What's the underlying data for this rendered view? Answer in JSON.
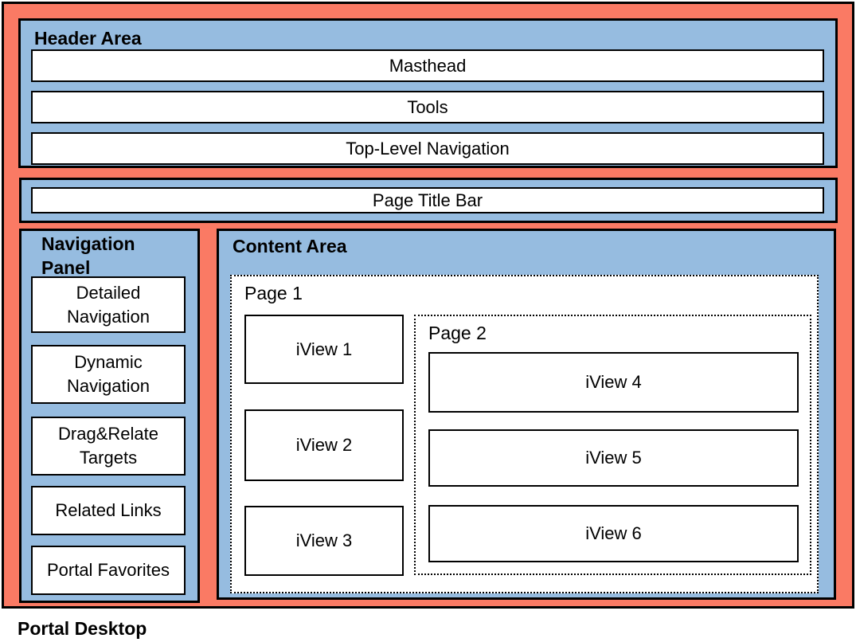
{
  "diagram": {
    "caption": "Portal Desktop",
    "colors": {
      "frame_fill": "#FA7A64",
      "panel_fill": "#96BCE0",
      "box_fill": "#FFFFFF",
      "line": "#000000"
    },
    "header_area": {
      "label": "Header Area",
      "rows": [
        "Masthead",
        "Tools",
        "Top-Level Navigation"
      ]
    },
    "page_title_bar": {
      "label": "Page Title Bar"
    },
    "navigation_panel": {
      "label": "Navigation Panel",
      "items": [
        "Detailed Navigation",
        "Dynamic Navigation",
        "Drag&Relate Targets",
        "Related Links",
        "Portal Favorites"
      ]
    },
    "content_area": {
      "label": "Content Area",
      "page1": {
        "label": "Page 1",
        "iviews": [
          "iView 1",
          "iView 2",
          "iView 3"
        ]
      },
      "page2": {
        "label": "Page 2",
        "iviews": [
          "iView 4",
          "iView 5",
          "iView 6"
        ]
      }
    }
  }
}
